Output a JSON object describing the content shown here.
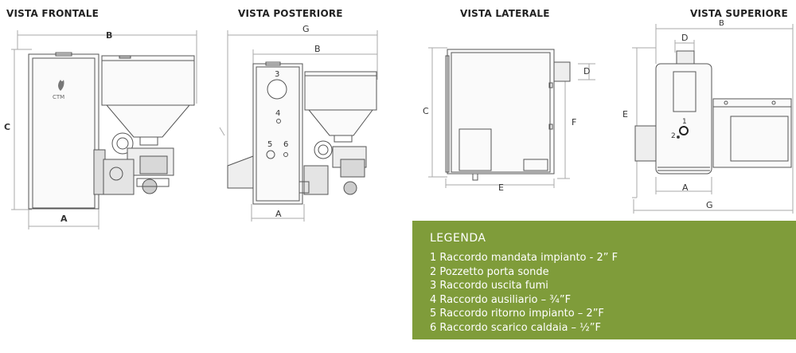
{
  "views": {
    "front": "VISTA FRONTALE",
    "rear": "VISTA POSTERIORE",
    "side": "VISTA LATERALE",
    "top": "VISTA SUPERIORE"
  },
  "dimensions": {
    "A": "A",
    "B": "B",
    "C": "C",
    "D": "D",
    "E": "E",
    "F": "F",
    "G": "G"
  },
  "callouts": {
    "n1": "1",
    "n2": "2",
    "n3": "3",
    "n4": "4",
    "n5": "5",
    "n6": "6"
  },
  "logo_text": "CTM",
  "legend": {
    "title": "LEGENDA",
    "items": [
      "1 Raccordo mandata impianto - 2” F",
      "2 Pozzetto porta sonde",
      "3 Raccordo uscita fumi",
      "4 Raccordo ausiliario – ¾”F",
      "5 Raccordo ritorno impianto – 2”F",
      "6 Raccordo scarico caldaia – ½”F"
    ],
    "color": "#7f9c3a"
  }
}
